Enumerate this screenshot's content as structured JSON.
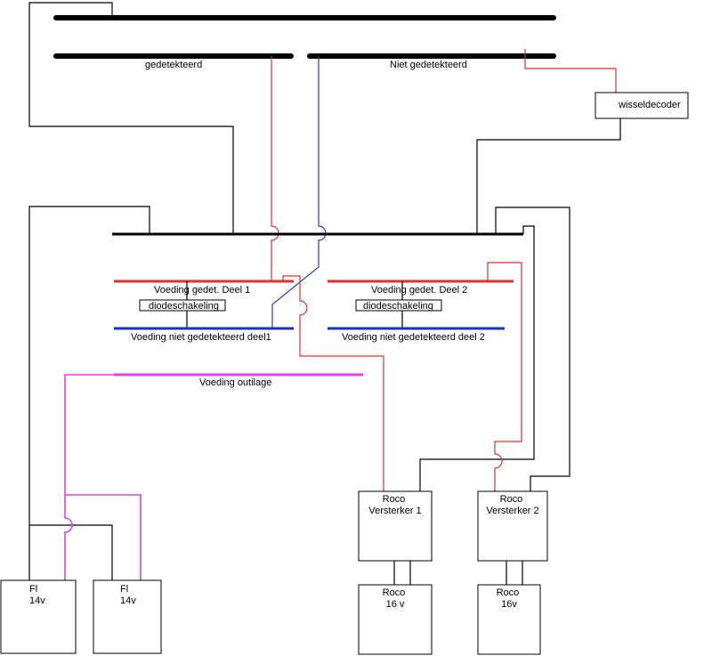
{
  "labels": {
    "gedetekteerd": "gedetekteerd",
    "niet_gedetekteerd": "Niet gedetekteerd",
    "wisseldecoder": "wisseldecoder",
    "voeding_gedet_1": "Voeding gedet. Deel 1",
    "voeding_gedet_2": "Voeding gedet. Deel 2",
    "diodeschakeling_1": "diodeschakeling",
    "diodeschakeling_2": "diodeschakeling",
    "voeding_niet_1": "Voeding niet gedetekteerd deel1",
    "voeding_niet_2": "Voeding niet gedetekteerd deel 2",
    "voeding_outilage": "Voeding outilage",
    "roco_versterker_1": [
      "Roco",
      "Versterker 1"
    ],
    "roco_versterker_2": [
      "Roco",
      "Versterker 2"
    ],
    "roco_16v_1": [
      "Roco",
      "16 v"
    ],
    "roco_16v_2": [
      "Roco",
      "16v"
    ],
    "fl_14v_1": [
      "Fl",
      "14v"
    ],
    "fl_14v_2": [
      "Fl",
      "14v"
    ]
  },
  "colors": {
    "detected_wire": "#e03030",
    "undetected_wire": "#1f3fd0",
    "accessory_wire": "#e040e0",
    "common_wire": "#000000"
  }
}
